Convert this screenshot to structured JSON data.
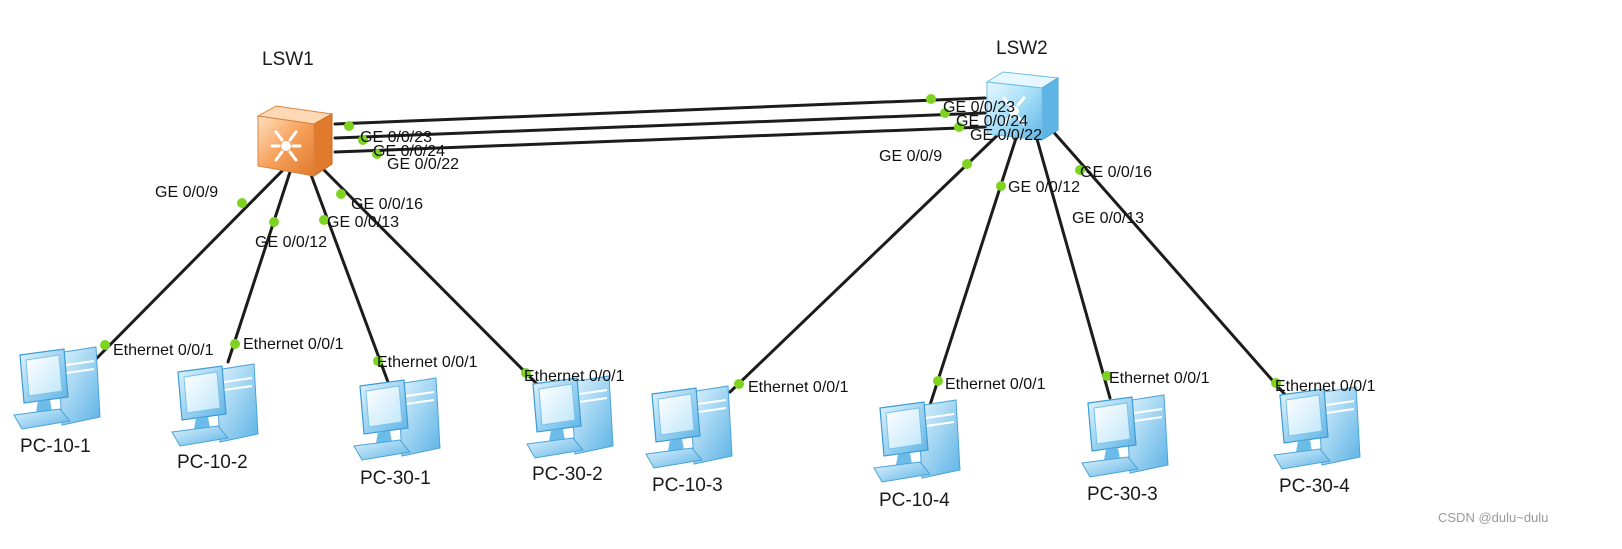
{
  "colors": {
    "switch1_main": "#f6a05a",
    "switch2_main": "#8fd6f5",
    "pc_main": "#78c6ee",
    "link": "#1c1c1c",
    "port_dot": "#7ed321"
  },
  "devices": {
    "lsw1": {
      "label": "LSW1",
      "icon": "core-switch-icon"
    },
    "lsw2": {
      "label": "LSW2",
      "icon": "core-switch-icon"
    },
    "pc_10_1": {
      "label": "PC-10-1",
      "icon": "pc-icon"
    },
    "pc_10_2": {
      "label": "PC-10-2",
      "icon": "pc-icon"
    },
    "pc_30_1": {
      "label": "PC-30-1",
      "icon": "pc-icon"
    },
    "pc_30_2": {
      "label": "PC-30-2",
      "icon": "pc-icon"
    },
    "pc_10_3": {
      "label": "PC-10-3",
      "icon": "pc-icon"
    },
    "pc_10_4": {
      "label": "PC-10-4",
      "icon": "pc-icon"
    },
    "pc_30_3": {
      "label": "PC-30-3",
      "icon": "pc-icon"
    },
    "pc_30_4": {
      "label": "PC-30-4",
      "icon": "pc-icon"
    }
  },
  "ports": {
    "lsw1_ge23": "GE 0/0/23",
    "lsw1_ge24": "GE 0/0/24",
    "lsw1_ge22": "GE 0/0/22",
    "lsw1_ge9": "GE 0/0/9",
    "lsw1_ge12": "GE 0/0/12",
    "lsw1_ge13": "GE 0/0/13",
    "lsw1_ge16": "GE 0/0/16",
    "lsw2_ge23": "GE 0/0/23",
    "lsw2_ge24": "GE 0/0/24",
    "lsw2_ge22": "GE 0/0/22",
    "lsw2_ge9": "GE 0/0/9",
    "lsw2_ge12": "GE 0/0/12",
    "lsw2_ge16": "GE 0/0/16",
    "lsw2_ge13": "GE 0/0/13",
    "pc_10_1_eth": "Ethernet 0/0/1",
    "pc_10_2_eth": "Ethernet 0/0/1",
    "pc_30_1_eth": "Ethernet 0/0/1",
    "pc_30_2_eth": "Ethernet 0/0/1",
    "pc_10_3_eth": "Ethernet 0/0/1",
    "pc_10_4_eth": "Ethernet 0/0/1",
    "pc_30_3_eth": "Ethernet 0/0/1",
    "pc_30_4_eth": "Ethernet 0/0/1"
  },
  "watermark": "CSDN @dulu~dulu"
}
